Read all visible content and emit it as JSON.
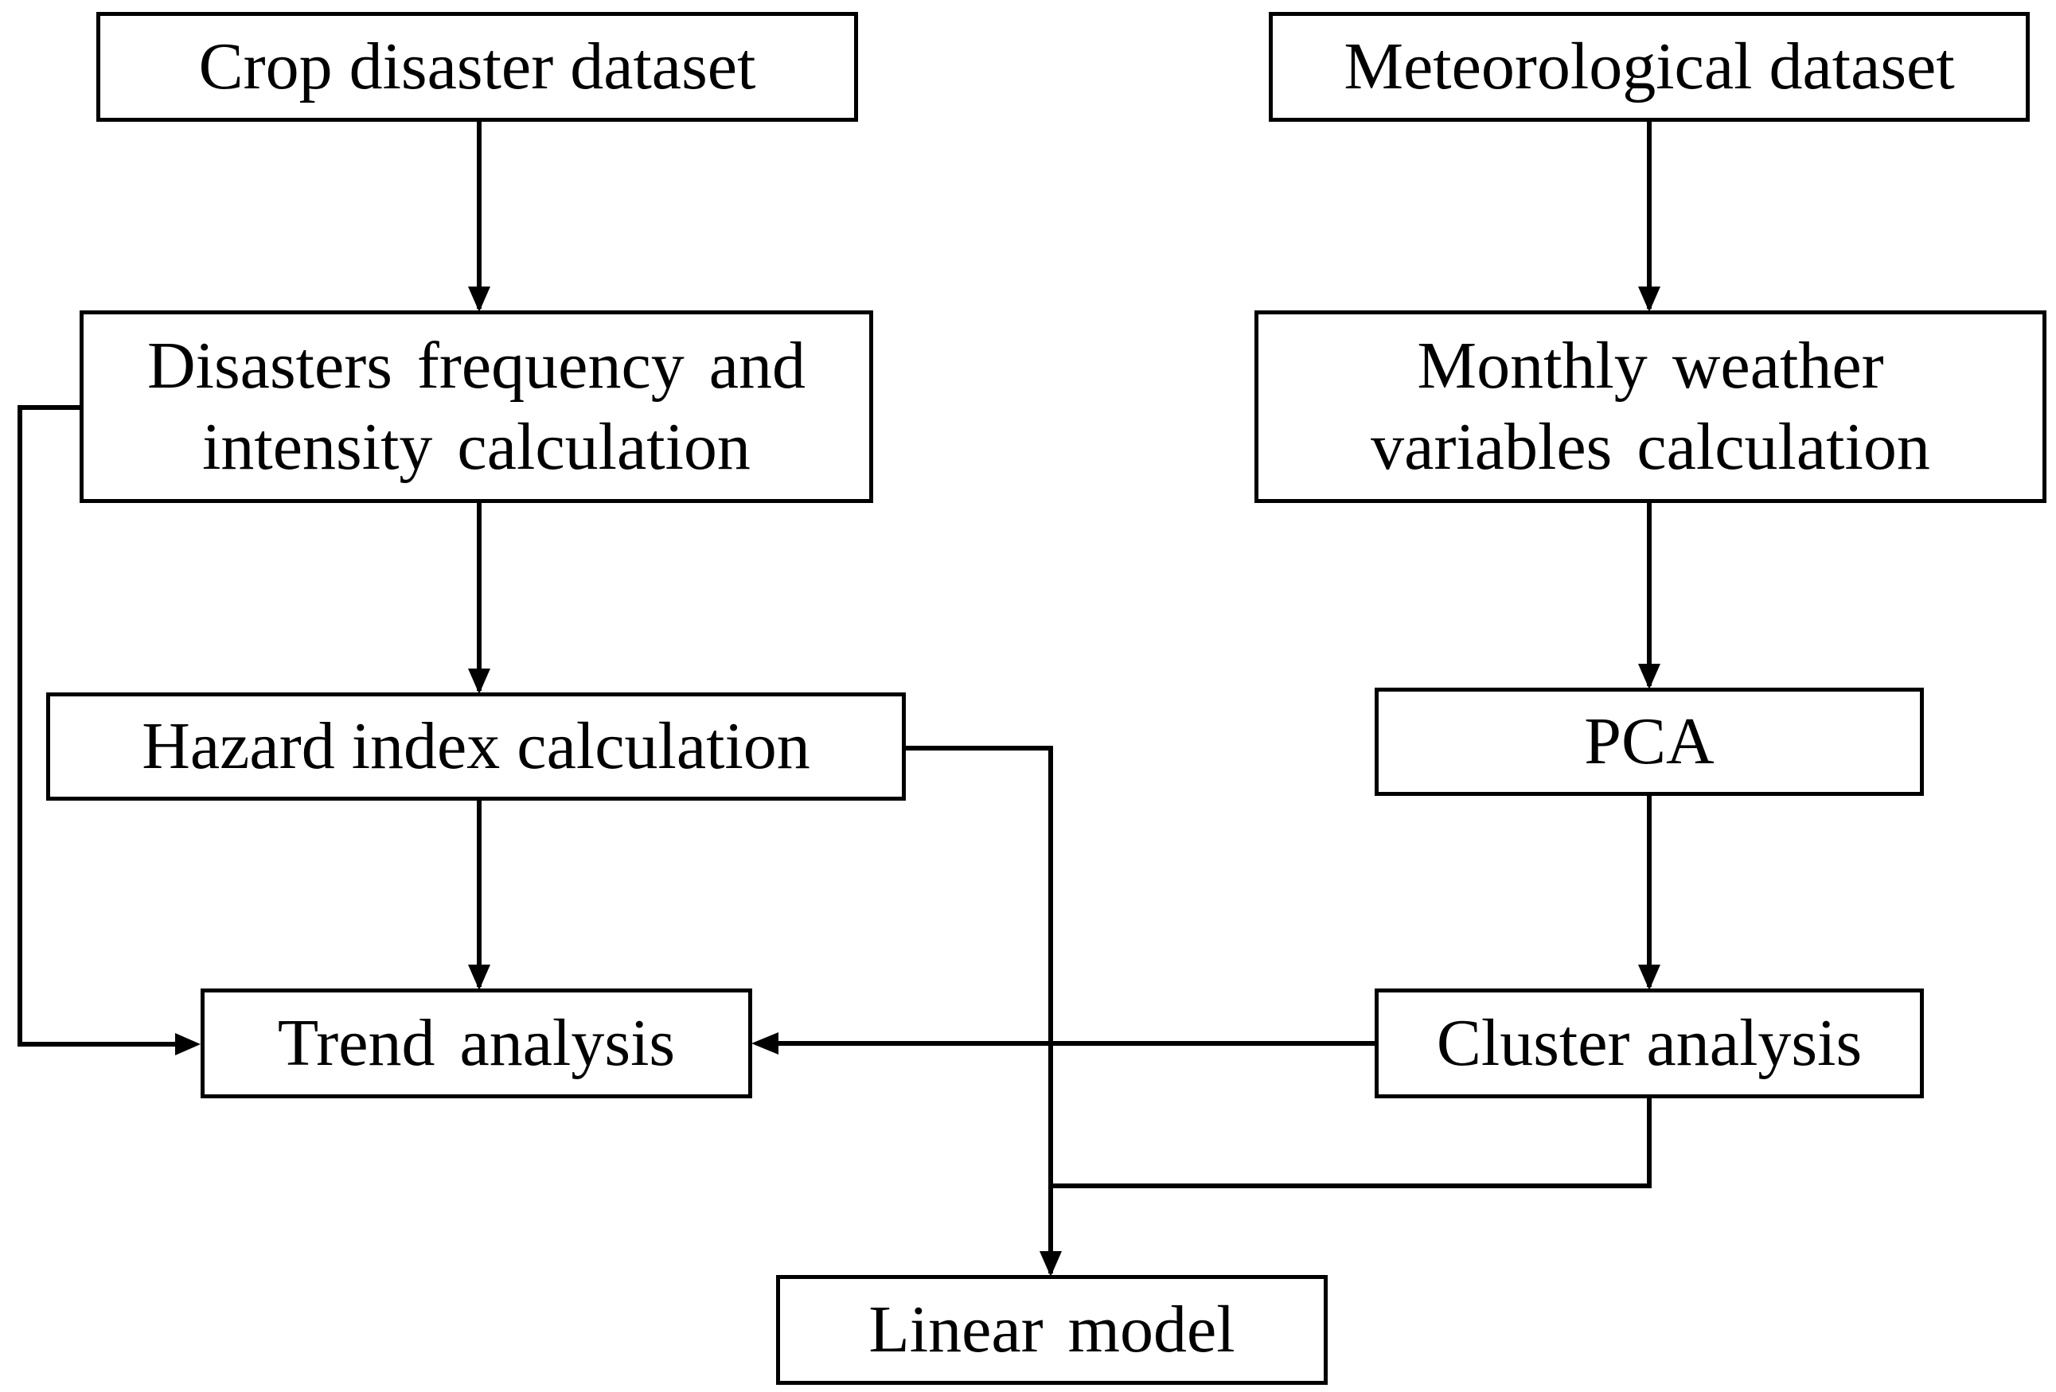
{
  "nodes": {
    "crop_dataset": "Crop disaster dataset",
    "meteo_dataset": "Meteorological dataset",
    "disasters_calc": {
      "line1": "Disasters frequency and",
      "line2": "intensity calculation"
    },
    "monthly_weather": {
      "line1": "Monthly weather",
      "line2": "variables calculation"
    },
    "hazard_index": "Hazard index calculation",
    "pca": "PCA",
    "trend_analysis": "Trend analysis",
    "cluster_analysis": "Cluster analysis",
    "linear_model": "Linear model"
  },
  "colors": {
    "stroke": "#000000",
    "background": "#ffffff"
  }
}
